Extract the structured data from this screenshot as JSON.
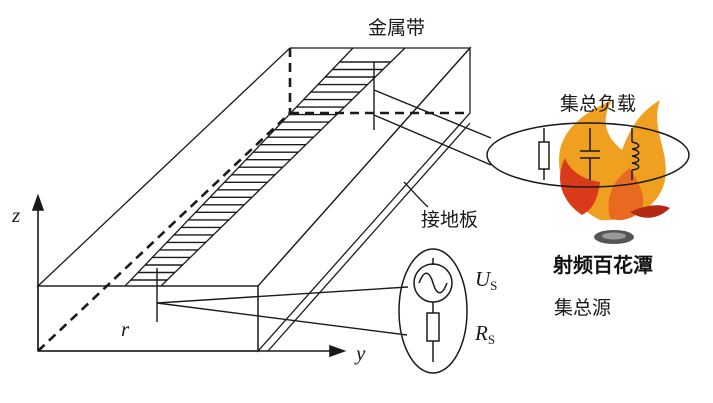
{
  "labels": {
    "metal_strip": "金属带",
    "lumped_load": "集总负载",
    "ground_plane": "接地板",
    "lumped_source": "集总源",
    "axis_z": "z",
    "axis_y": "y",
    "axis_r": "r",
    "source_voltage_main": "U",
    "source_voltage_sub": "S",
    "source_resistance_main": "R",
    "source_resistance_sub": "S"
  },
  "watermark": {
    "text": "射频百花潭",
    "colors": {
      "orange": "#f0a020",
      "red": "#d83a1a",
      "dark_red": "#b52a14",
      "gray": "#555555"
    }
  },
  "strip_rungs": 30
}
